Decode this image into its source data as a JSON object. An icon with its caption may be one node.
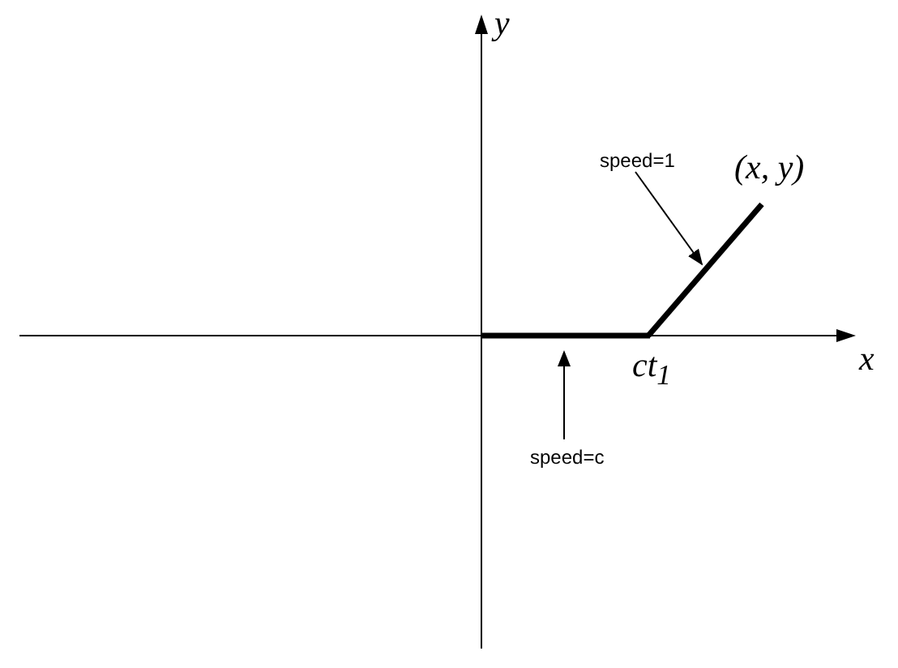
{
  "diagram": {
    "nodes": [
      {
        "text": [
          "speed=1"
        ]
      },
      {
        "text": [],
        "shape": "line"
      },
      {
        "text": [
          "speed=c"
        ]
      },
      {
        "text": [],
        "shape": "line"
      }
    ],
    "edges": [
      {
        "from": 0,
        "to": 1,
        "arrow": "to"
      },
      {
        "from": 2,
        "to": 3,
        "arrow": "to"
      }
    ],
    "labels": [
      "y",
      "(x, y)",
      "x",
      "ct$_{1}$"
    ]
  }
}
